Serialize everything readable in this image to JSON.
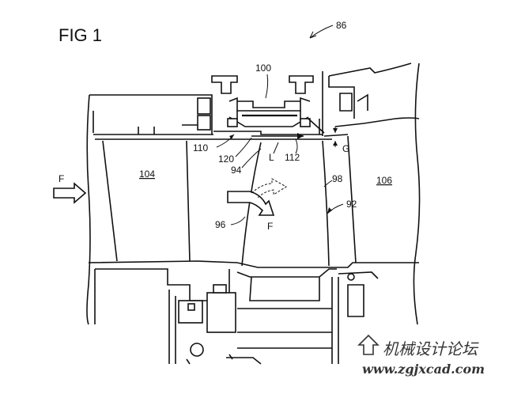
{
  "figure": {
    "title": "FIG 1",
    "ref_assembly": "86"
  },
  "labels": {
    "l100": "100",
    "l110": "110",
    "l120": "120",
    "l94": "94",
    "lL": "L",
    "l112": "112",
    "lG": "G",
    "l104": "104",
    "l106": "106",
    "l98": "98",
    "l92": "92",
    "l96": "96",
    "lF_left": "F",
    "lF_center": "F"
  },
  "watermark": {
    "cn_text": "机械设计论坛",
    "url": "www.zgjxcad.com"
  }
}
